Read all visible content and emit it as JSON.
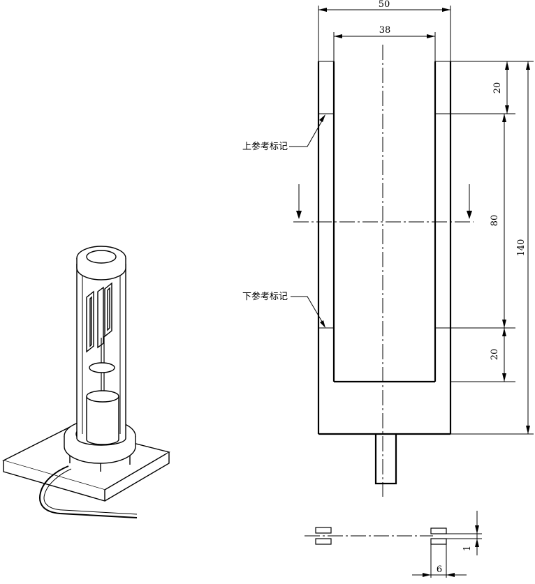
{
  "diagram": {
    "dimensions": {
      "outer_width": "50",
      "inner_width": "38",
      "top_section": "20",
      "middle_section": "80",
      "bottom_section": "20",
      "total_height": "140",
      "detail_width": "6",
      "detail_thickness": "1"
    },
    "labels": {
      "upper_mark": "上参考标记",
      "lower_mark": "下参考标记"
    }
  }
}
